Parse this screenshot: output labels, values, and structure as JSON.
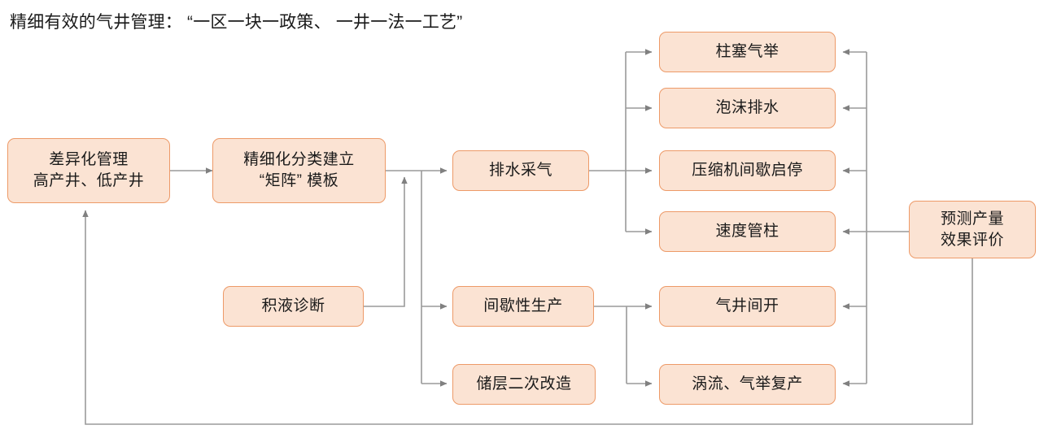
{
  "page": {
    "title": "精细有效的气井管理： “一区一块一政策、 一井一法一工艺”",
    "background_color": "#ffffff"
  },
  "style": {
    "node_fill": "#fbe3d3",
    "node_border": "#ed9a68",
    "edge_color": "#808080",
    "text_color": "#1a1a1a"
  },
  "nodes": {
    "differentiated_management": {
      "line1": "差异化管理",
      "line2": "高产井、低产井"
    },
    "classification_matrix": {
      "line1": "精细化分类建立",
      "line2": "“矩阵” 模板"
    },
    "liquid_loading_diagnosis": {
      "line1": "积液诊断",
      "line2": ""
    },
    "dewatering_gas_recovery": {
      "line1": "排水采气",
      "line2": ""
    },
    "intermittent_production": {
      "line1": "间歇性生产",
      "line2": ""
    },
    "reservoir_restimulation": {
      "line1": "储层二次改造",
      "line2": ""
    },
    "plunger_lift": {
      "line1": "柱塞气举",
      "line2": ""
    },
    "foam_drainage": {
      "line1": "泡沫排水",
      "line2": ""
    },
    "compressor_intermittent": {
      "line1": "压缩机间歇启停",
      "line2": ""
    },
    "velocity_string": {
      "line1": "速度管柱",
      "line2": ""
    },
    "well_intermittent_open": {
      "line1": "气井间开",
      "line2": ""
    },
    "vortex_gaslift_restore": {
      "line1": "涡流、气举复产",
      "line2": ""
    },
    "forecast_evaluation": {
      "line1": "预测产量",
      "line2": "效果评价"
    }
  },
  "chart_data": {
    "type": "diagram",
    "title": "精细有效的气井管理： “一区一块一政策、 一井一法一工艺”",
    "diagram_kind": "flowchart",
    "node_labels": [
      "差异化管理 高产井、低产井",
      "精细化分类建立 “矩阵” 模板",
      "积液诊断",
      "排水采气",
      "间歇性生产",
      "储层二次改造",
      "柱塞气举",
      "泡沫排水",
      "压缩机间歇启停",
      "速度管柱",
      "气井间开",
      "涡流、气举复产",
      "预测产量 效果评价"
    ],
    "edges": [
      {
        "from": "差异化管理 高产井、低产井",
        "to": "精细化分类建立 “矩阵” 模板"
      },
      {
        "from": "积液诊断",
        "to": "精细化分类建立 “矩阵” 模板"
      },
      {
        "from": "精细化分类建立 “矩阵” 模板",
        "to": "排水采气"
      },
      {
        "from": "精细化分类建立 “矩阵” 模板",
        "to": "间歇性生产"
      },
      {
        "from": "精细化分类建立 “矩阵” 模板",
        "to": "储层二次改造"
      },
      {
        "from": "排水采气",
        "to": "柱塞气举"
      },
      {
        "from": "排水采气",
        "to": "泡沫排水"
      },
      {
        "from": "排水采气",
        "to": "压缩机间歇启停"
      },
      {
        "from": "排水采气",
        "to": "速度管柱"
      },
      {
        "from": "间歇性生产",
        "to": "气井间开"
      },
      {
        "from": "间歇性生产",
        "to": "涡流、气举复产"
      },
      {
        "from": "预测产量 效果评价",
        "to": "柱塞气举"
      },
      {
        "from": "预测产量 效果评价",
        "to": "泡沫排水"
      },
      {
        "from": "预测产量 效果评价",
        "to": "压缩机间歇启停"
      },
      {
        "from": "预测产量 效果评价",
        "to": "速度管柱"
      },
      {
        "from": "预测产量 效果评价",
        "to": "气井间开"
      },
      {
        "from": "预测产量 效果评价",
        "to": "涡流、气举复产"
      },
      {
        "from": "预测产量 效果评价",
        "to": "差异化管理 高产井、低产井"
      }
    ]
  }
}
